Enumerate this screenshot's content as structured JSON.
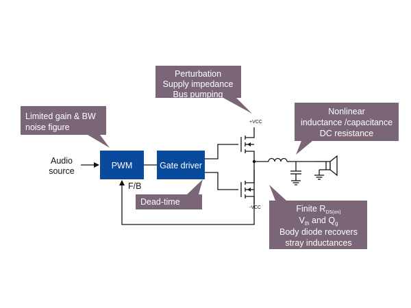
{
  "diagram": {
    "audio_source": [
      "Audio",
      "source"
    ],
    "blocks": {
      "pwm": "PWM",
      "gate_driver": "Gate driver"
    },
    "feedback_label": "F/B",
    "supply_labels": {
      "positive": "+VCC",
      "negative": "-VCC"
    },
    "callouts": {
      "gain": [
        "Limited gain & BW",
        "noise figure"
      ],
      "perturbation": [
        "Perturbation",
        "Supply impedance",
        "Bus pumping"
      ],
      "deadtime": [
        "Dead-time"
      ],
      "nonlinear": [
        "Nonlinear",
        "inductance /capacitance",
        "DC resistance"
      ],
      "finite": {
        "line1_main": "Finite R",
        "line1_sub": "DS(on)",
        "line2_v": "V",
        "line2_vsub": "th",
        "line2_mid": " and Q",
        "line2_qsub": "g",
        "line3": "Body diode recovers",
        "line4": "stray inductances"
      }
    },
    "colors": {
      "block_fill": "#0a4a9c",
      "callout_fill": "#7a6676",
      "wire": "#111111",
      "background": "#ffffff"
    }
  }
}
